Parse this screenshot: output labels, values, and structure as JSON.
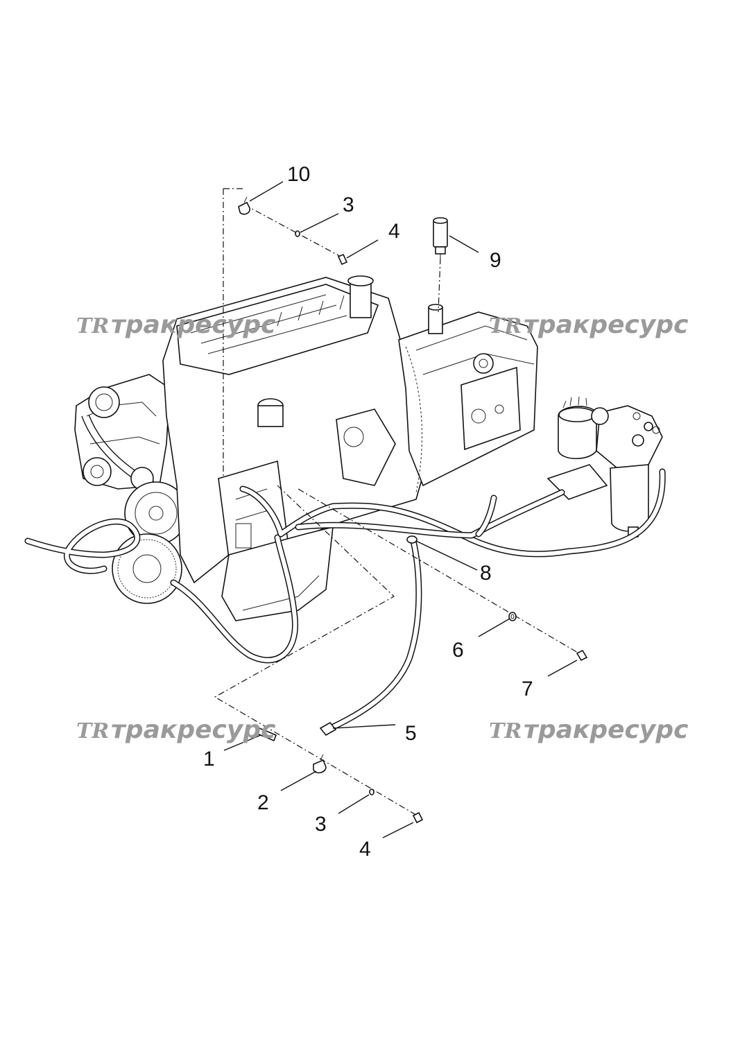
{
  "callouts": {
    "c1": "1",
    "c2": "2",
    "c3a": "3",
    "c3b": "3",
    "c4a": "4",
    "c4b": "4",
    "c5": "5",
    "c6": "6",
    "c7": "7",
    "c8": "8",
    "c9": "9",
    "c10": "10"
  },
  "watermark": {
    "logo": "TR",
    "text": "тракресурс",
    "color": "#9a9a9a"
  }
}
